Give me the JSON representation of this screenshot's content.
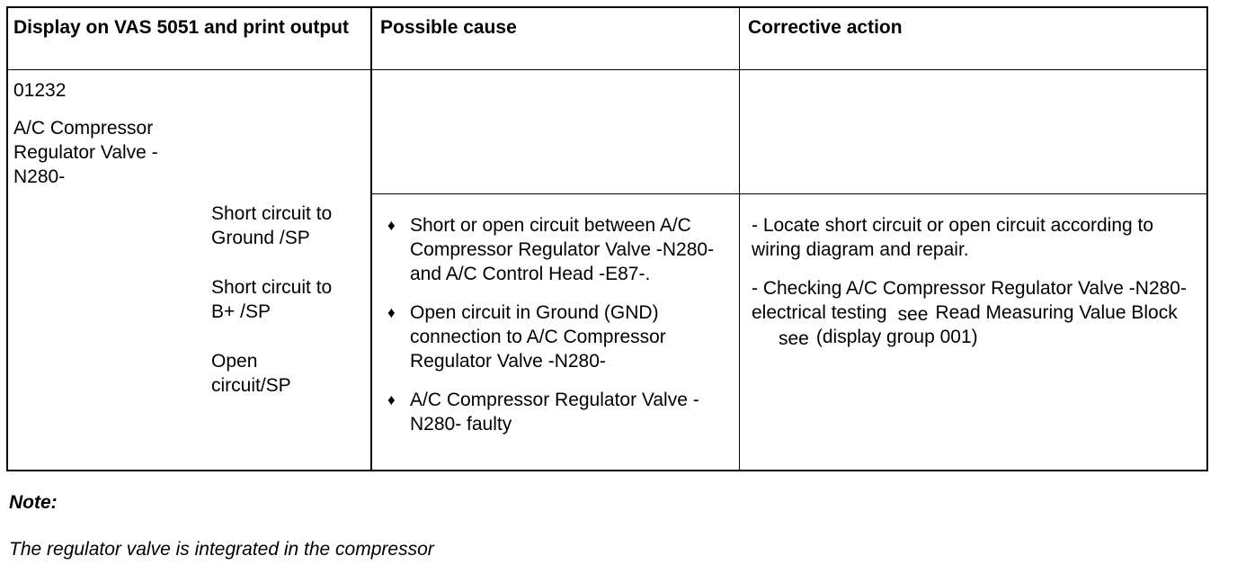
{
  "table": {
    "headers": {
      "display": "Display on VAS 5051 and print output",
      "cause": "Possible cause",
      "action": "Corrective action"
    },
    "fault_code": "01232",
    "component": "A/C Compressor Regulator Valve -N280-",
    "fault_types": [
      "Short circuit to Ground /SP",
      "Short circuit to B+ /SP",
      "Open circuit/SP"
    ],
    "bullet_symbol": "♦",
    "causes": [
      "Short or open circuit between A/C Compressor Regulator Valve -N280- and A/C Control Head -E87-.",
      "Open circuit in Ground (GND) connection to A/C Compressor Regulator Valve -N280-",
      "A/C Compressor Regulator Valve -N280- faulty"
    ],
    "actions": {
      "locate": "- Locate short circuit or open circuit according to wiring diagram and repair.",
      "check_prefix": "- Checking A/C Compressor Regulator Valve -N280- electrical testing",
      "see_1": "see",
      "check_mid": "Read Measuring Value Block",
      "see_2": "see",
      "check_suffix": "(display group 001)"
    }
  },
  "note": {
    "title": "Note:",
    "text": "The regulator valve is integrated in the compressor"
  }
}
